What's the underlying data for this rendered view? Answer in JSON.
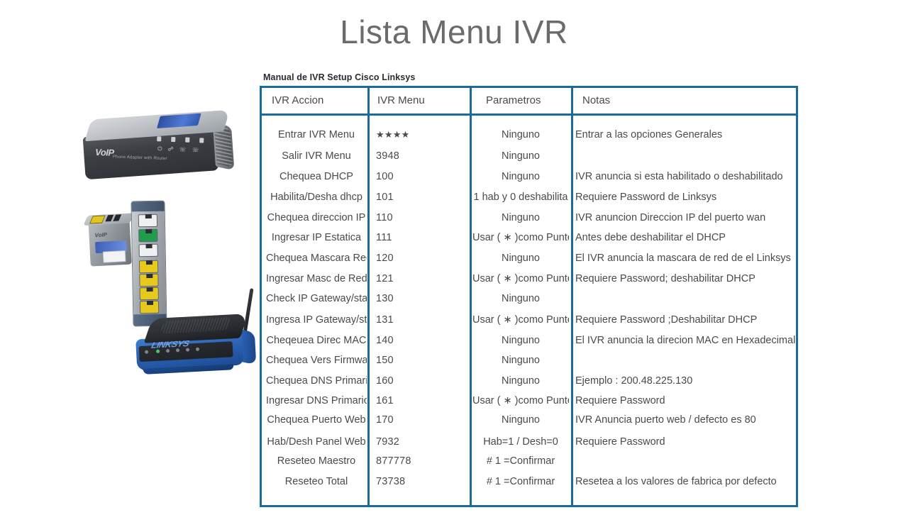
{
  "page": {
    "title": "Lista Menu IVR",
    "caption": "Manual de IVR Setup Cisco Linksys",
    "accent_color": "#1a6a9e",
    "title_color": "#6b6b6b",
    "text_color": "#4a4a4a",
    "background_color": "#ffffff"
  },
  "devices": [
    {
      "name": "voip-phone-adapter",
      "brand": "VoIP",
      "caption": "Phone Adapter with Router",
      "port_labels": [
        "INTERNET",
        "PHONE 1",
        "PHONE 2"
      ]
    },
    {
      "name": "voip-adapter-small",
      "brand": "VoIP"
    },
    {
      "name": "router-rear-panel",
      "ports": [
        "white",
        "green",
        "white",
        "yellow",
        "yellow",
        "yellow",
        "yellow"
      ]
    },
    {
      "name": "linksys-wireless-router",
      "brand": "LINKSYS"
    }
  ],
  "table": {
    "headers": [
      {
        "key": "accion",
        "label": "IVR Accion"
      },
      {
        "key": "menu",
        "label": "IVR Menu"
      },
      {
        "key": "parametros",
        "label": "Parametros"
      },
      {
        "key": "notas",
        "label": "Notas"
      }
    ],
    "rows": [
      {
        "accion": "Entrar IVR Menu",
        "menu": "★★★★",
        "parametros": "Ninguno",
        "notas": "Entrar a las opciones Generales"
      },
      {
        "accion": "Salir IVR Menu",
        "menu": "3948",
        "parametros": "Ninguno",
        "notas": ""
      },
      {
        "accion": "Chequea DHCP",
        "menu": "100",
        "parametros": "Ninguno",
        "notas": "IVR anuncia si esta habilitado o deshabilitado"
      },
      {
        "accion": "Habilita/Desha  dhcp",
        "menu": "101",
        "parametros": "1 hab y 0 deshabilita",
        "notas": "Requiere Password de Linksys"
      },
      {
        "accion": "Chequea direccion IP",
        "menu": "110",
        "parametros": "Ninguno",
        "notas": "IVR anuncion Direccion IP del puerto wan"
      },
      {
        "accion": "Ingresar IP Estatica",
        "menu": "111",
        "parametros": "Usar ( ∗ )como Punto",
        "notas": "Antes debe  deshabilitar el DHCP"
      },
      {
        "accion": "Chequea Mascara Red",
        "menu": "120",
        "parametros": "Ninguno",
        "notas": "El IVR anuncia la mascara de red de el Linksys"
      },
      {
        "accion": "Ingresar Masc de Red",
        "menu": "121",
        "parametros": "Usar ( ∗ )como Punto",
        "notas": "Requiere Password; deshabilitar DHCP"
      },
      {
        "accion": "Check IP Gateway/stat",
        "menu": "130",
        "parametros": "Ninguno",
        "notas": ""
      },
      {
        "accion": "Ingresa IP Gateway/stat",
        "menu": "131",
        "parametros": "Usar ( ∗ )como Punto",
        "notas": "Requiere Password ;Deshabilitar DHCP"
      },
      {
        "accion": "Cheqeuea Direc MAC",
        "menu": "140",
        "parametros": "Ninguno",
        "notas": "El IVR anuncia la direcion MAC en Hexadecimal"
      },
      {
        "accion": "Chequea Vers Firmware",
        "menu": "150",
        "parametros": "Ninguno",
        "notas": ""
      },
      {
        "accion": "Chequea DNS Primario",
        "menu": "160",
        "parametros": "Ninguno",
        "notas": "Ejemplo : 200.48.225.130"
      },
      {
        "accion": "Ingresar DNS Primario",
        "menu": "161",
        "parametros": "Usar ( ∗ )como Punto",
        "notas": "Requiere Password"
      },
      {
        "accion": "Chequea Puerto Web",
        "menu": "170",
        "parametros": "Ninguno",
        "notas": "IVR Anuncia puerto web / defecto es 80"
      },
      {
        "accion": "Hab/Desh  Panel Web",
        "menu": "7932",
        "parametros": "Hab=1  / Desh=0",
        "notas": "Requiere Password"
      },
      {
        "accion": "Reseteo Maestro",
        "menu": "877778",
        "parametros": "# 1 =Confirmar",
        "notas": ""
      },
      {
        "accion": "Reseteo Total",
        "menu": "73738",
        "parametros": "# 1 =Confirmar",
        "notas": "Resetea a los valores de fabrica por defecto"
      }
    ]
  }
}
